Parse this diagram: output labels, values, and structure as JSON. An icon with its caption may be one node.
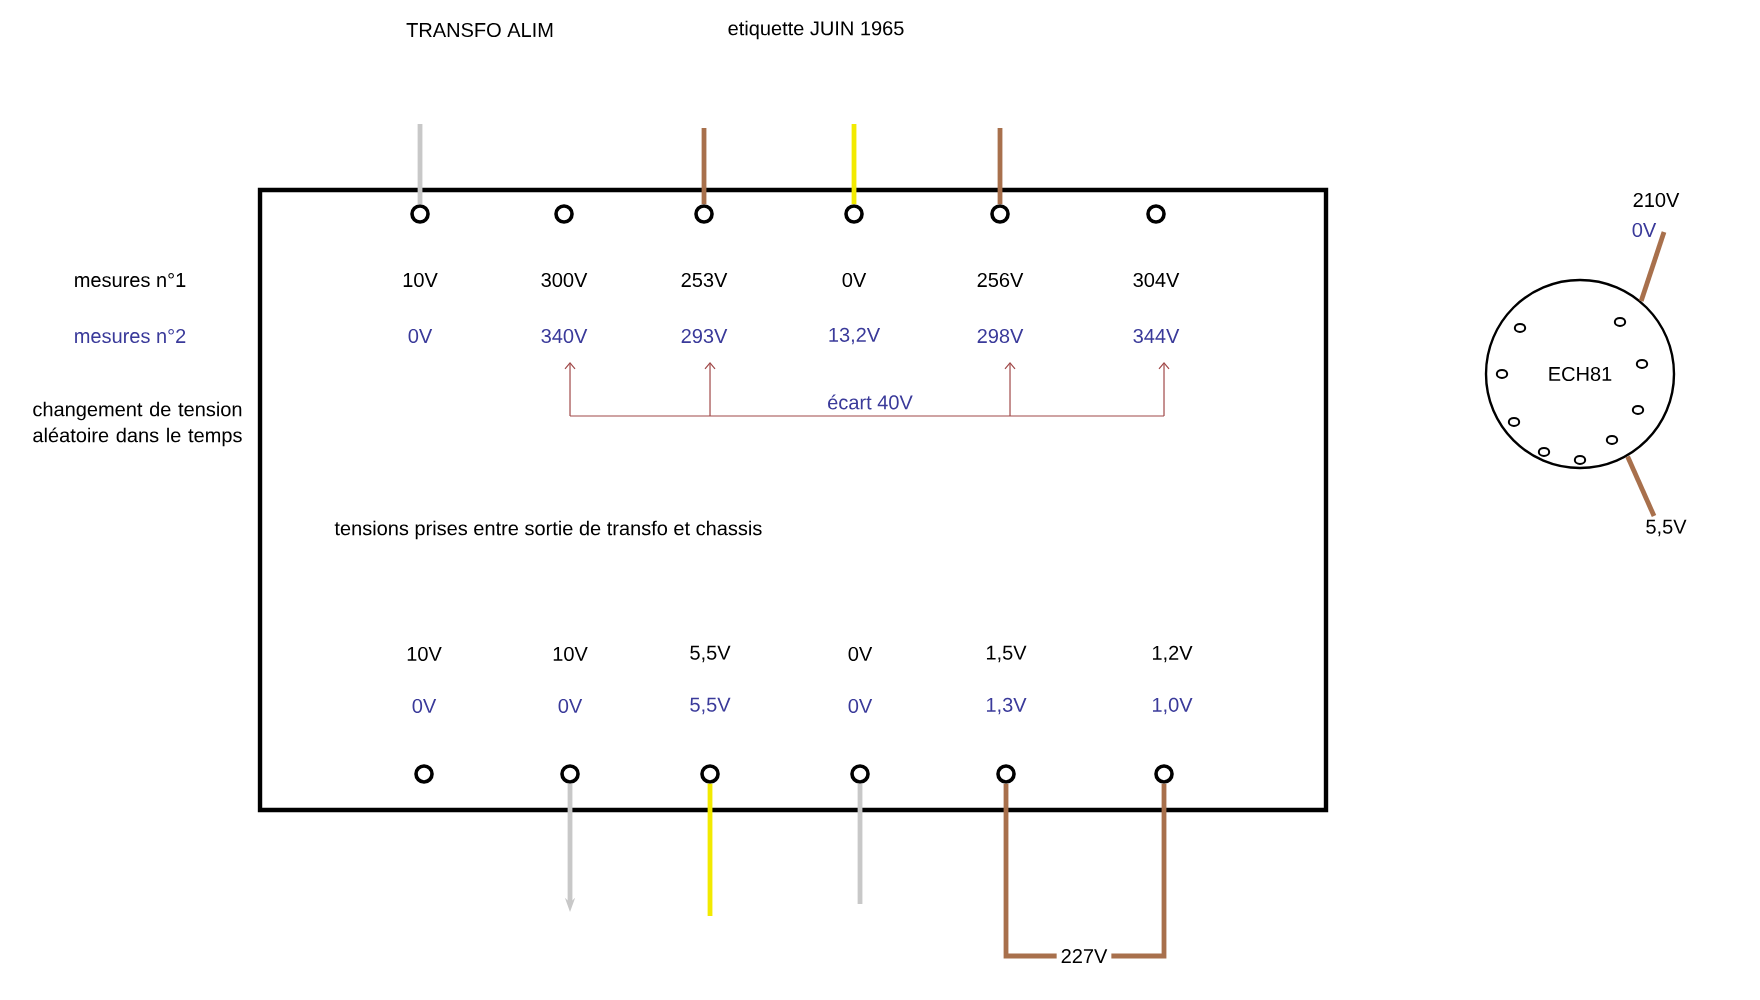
{
  "diagram": {
    "nodes": [
      {
        "text": [
          "tensions prises entre sortie de transfo et chassis"
        ]
      },
      {
        "text": [],
        "shape": "circle",
        "in": 0
      },
      {
        "text": [],
        "shape": "circle",
        "in": 0
      },
      {
        "text": [],
        "shape": "circle",
        "in": 0
      },
      {
        "text": [],
        "shape": "circle",
        "in": 0
      },
      {
        "text": [],
        "shape": "circle",
        "in": 0
      },
      {
        "text": [],
        "shape": "circle",
        "in": 0
      },
      {
        "text": [],
        "shape": "circle",
        "in": 0
      },
      {
        "text": [],
        "shape": "circle",
        "in": 0
      },
      {
        "text": [],
        "shape": "circle",
        "in": 0
      },
      {
        "text": [],
        "shape": "circle",
        "in": 0
      },
      {
        "text": [],
        "shape": "circle",
        "in": 0
      },
      {
        "text": [],
        "shape": "circle",
        "in": 0
      },
      {
        "text": [
          "ECH81"
        ],
        "beside": [
          "210V",
          "0V",
          "5,5V"
        ]
      }
    ],
    "edges": [
      {
        "from": 1,
        "to": null,
        "arrow": "none",
        "color": "#c8c8c8"
      },
      {
        "from": 3,
        "to": null,
        "arrow": "none",
        "color": "#a8704c"
      },
      {
        "from": 4,
        "to": null,
        "arrow": "none",
        "color": "#f2ea00"
      },
      {
        "from": 5,
        "to": null,
        "arrow": "none",
        "color": "#a8704c"
      },
      {
        "from": 8,
        "to": null,
        "arrow": "to",
        "color": "#c8c8c8"
      },
      {
        "from": 9,
        "to": null,
        "arrow": "none",
        "color": "#f2ea00"
      },
      {
        "from": 10,
        "to": null,
        "arrow": "none",
        "color": "#c8c8c8"
      },
      {
        "from": 11,
        "to": 12,
        "arrow": "none",
        "color": "#a8704c",
        "label": "227V"
      },
      {
        "from": 13,
        "to": null,
        "arrow": "none",
        "color": "#a8704c"
      },
      {
        "from": 13,
        "to": null,
        "arrow": "none",
        "color": "#a8704c"
      }
    ],
    "labels": [
      "TRANSFO ALIM",
      "etiquette JUIN 1965",
      "mesures n°1",
      "10V",
      "300V",
      "253V",
      "0V",
      "256V",
      "304V",
      "mesures n°2",
      "0V",
      "340V",
      "293V",
      "13,2V",
      "298V",
      "344V",
      "changement de tension aléatoire dans le temps",
      "écart 40V",
      "10V",
      "10V",
      "5,5V",
      "0V",
      "1,5V",
      "1,2V",
      "0V",
      "0V",
      "5,5V",
      "0V",
      "1,3V",
      "1,0V"
    ]
  }
}
